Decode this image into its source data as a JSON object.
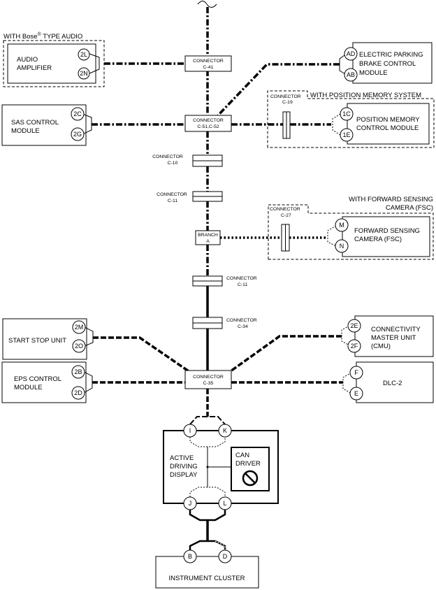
{
  "modules": {
    "audio_amplifier": {
      "line1": "AUDIO",
      "line2": "AMPLIFIER",
      "pins": [
        "2L",
        "2N"
      ]
    },
    "epb_module": {
      "line1": "ELECTRIC PARKING",
      "line2": "BRAKE CONTROL",
      "line3": "MODULE",
      "pins": [
        "AD",
        "AB"
      ]
    },
    "sas_module": {
      "line1": "SAS CONTROL",
      "line2": "MODULE",
      "pins": [
        "2C",
        "2G"
      ]
    },
    "position_memory": {
      "line1": "POSITION MEMORY",
      "line2": "CONTROL MODULE",
      "pins": [
        "1C",
        "1E"
      ]
    },
    "fsc_camera": {
      "line1": "FORWARD SENSING",
      "line2": "CAMERA (FSC)",
      "pins": [
        "M",
        "N"
      ]
    },
    "start_stop": {
      "line1": "START STOP UNIT",
      "pins": [
        "2M",
        "2O"
      ]
    },
    "cmu": {
      "line1": "CONNECTIVITY",
      "line2": "MASTER UNIT",
      "line3": "(CMU)",
      "pins": [
        "2E",
        "2F"
      ]
    },
    "eps_module": {
      "line1": "EPS CONTROL",
      "line2": "MODULE",
      "pins": [
        "2B",
        "2D"
      ]
    },
    "dlc2": {
      "line1": "DLC-2",
      "pins": [
        "F",
        "E"
      ]
    },
    "active_display": {
      "line1": "ACTIVE",
      "line2": "DRIVING",
      "line3": "DISPLAY",
      "pins_top": [
        "I",
        "K"
      ],
      "pins_bottom": [
        "J",
        "L"
      ]
    },
    "can_driver": {
      "line1": "CAN",
      "line2": "DRIVER"
    },
    "instrument_cluster": {
      "line1": "INSTRUMENT CLUSTER",
      "pins": [
        "B",
        "D"
      ]
    }
  },
  "options": {
    "bose": {
      "prefix": "WITH Bose",
      "mark": "®",
      "suffix": " TYPE AUDIO"
    },
    "position_memory_system": "WITH POSITION MEMORY SYSTEM",
    "fsc_line1": "WITH FORWARD SENSING",
    "fsc_line2": "CAMERA (FSC)"
  },
  "connectors": {
    "c41": {
      "line1": "CONNECTOR",
      "line2": "C-41"
    },
    "c51": {
      "line1": "CONNECTOR",
      "line2": "C-51,C-52"
    },
    "c10": {
      "line1": "CONNECTOR",
      "line2": "C-10"
    },
    "c11a": {
      "line1": "CONNECTOR",
      "line2": "C-11"
    },
    "branch": {
      "line1": "BRANCH",
      "line2": "A"
    },
    "c11b": {
      "line1": "CONNECTOR",
      "line2": "C-11"
    },
    "c34": {
      "line1": "CONNECTOR",
      "line2": "C-34"
    },
    "c35": {
      "line1": "CONNECTOR",
      "line2": "C-35"
    },
    "c19": {
      "line1": "CONNECTOR",
      "line2": "C-19"
    },
    "c27": {
      "line1": "CONNECTOR",
      "line2": "C-27"
    }
  }
}
